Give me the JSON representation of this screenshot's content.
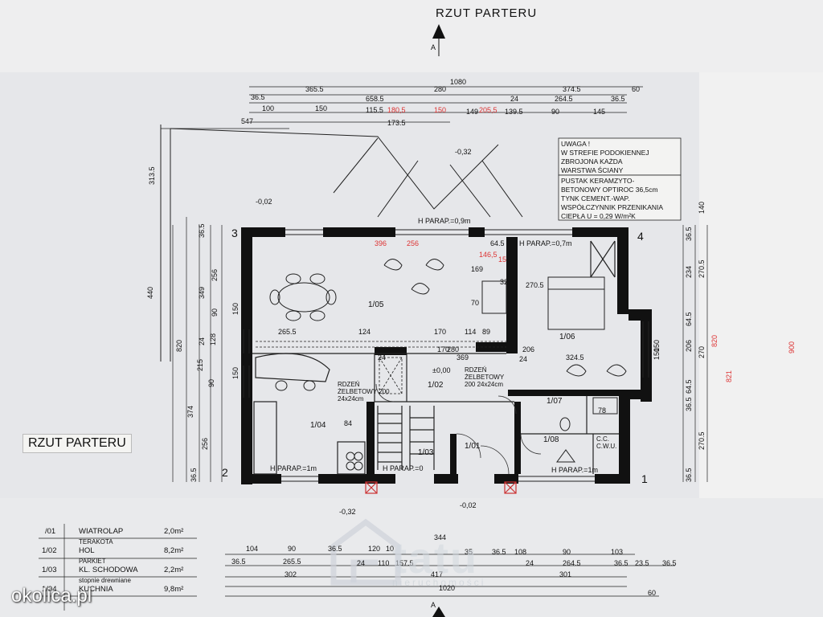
{
  "titles": {
    "top": "RZUT PARTERU",
    "left": "RZUT PARTERU"
  },
  "brand": "okolica.pl",
  "watermark": {
    "name": "tatu",
    "sub": "nieruchomości"
  },
  "notes": {
    "warning": [
      "UWAGA !",
      "W STREFIE PODOKIENNEJ",
      "ZBROJONA KAŻDA",
      "WARSTWA ŚCIANY"
    ],
    "material": [
      "PUSTAK KERAMZYTO-",
      "BETONOWY OPTIROC 36,5cm",
      "TYNK CEMENT.-WAP.",
      "WSPÓŁCZYNNIK PRZENIKANIA",
      "CIEPŁA U = 0,29 W/m²K"
    ]
  },
  "rooms": [
    {
      "id": "1/05"
    },
    {
      "id": "1/06"
    },
    {
      "id": "1/02"
    },
    {
      "id": "1/04"
    },
    {
      "id": "1/07"
    },
    {
      "id": "1/08"
    },
    {
      "id": "1/01"
    },
    {
      "id": "1/03"
    }
  ],
  "room_notes": {
    "parap_top": "H PARAP.=0,9m",
    "parap_right": "H PARAP.=0,7m",
    "parap_bottom_left": "H PARAP.=1m",
    "parap_bottom_mid": "H PARAP.=0",
    "parap_bottom_right": "H PARAP.=1m",
    "core1": "RDZEŃ ŻELBETOWY 200 24x24cm",
    "core2": "RDZEŃ ŻELBETOWY 200 24x24cm",
    "cwu": "C.C. C.W.U."
  },
  "levels": [
    "-0,32",
    "-0,02",
    "±0,00",
    "-0,32",
    "-0,02"
  ],
  "axes": [
    "1",
    "2",
    "3",
    "4",
    "A",
    "A"
  ],
  "legend": [
    {
      "no": "/01",
      "name": "WIATROLAP",
      "finish": "TERAKOTA",
      "area": "2,0m²"
    },
    {
      "no": "1/02",
      "name": "HOL",
      "finish": "PARKIET",
      "area": "8,2m²"
    },
    {
      "no": "1/03",
      "name": "KL. SCHODOWA",
      "finish": "stopnie drewniane",
      "area": "2,2m²"
    },
    {
      "no": "1/04",
      "name": "KUCHNIA",
      "finish": "",
      "area": "9,8m²"
    }
  ],
  "dims_top": [
    "1080",
    "365.5",
    "280",
    "374.5",
    "60",
    "36.5",
    "658.5",
    "24",
    "264.5",
    "36.5",
    "100",
    "150",
    "115.5",
    "149",
    "139.5",
    "90",
    "145",
    "547",
    "173.5"
  ],
  "dims_top_red": [
    "180,5",
    "150",
    "205,5"
  ],
  "dims_bottom": [
    "344",
    "104",
    "90",
    "36.5",
    "120",
    "10",
    "35",
    "36.5",
    "108",
    "90",
    "103",
    "36.5",
    "265.5",
    "24",
    "110",
    "157.5",
    "24",
    "264.5",
    "36.5",
    "23.5",
    "36.5",
    "302",
    "417",
    "301",
    "1020",
    "60"
  ],
  "dims_left": [
    "313.5",
    "440",
    "820",
    "36.5",
    "256",
    "349",
    "90",
    "150",
    "128",
    "24",
    "215",
    "90",
    "150",
    "374",
    "256",
    "36.5"
  ],
  "dims_right": [
    "140",
    "36.5",
    "234",
    "270.5",
    "64.5",
    "206",
    "270",
    "64.5",
    "36.5",
    "270.5",
    "36.5",
    "150",
    "150"
  ],
  "dims_right_red": [
    "820",
    "900",
    "821"
  ],
  "dims_inner": [
    "265.5",
    "124",
    "170",
    "114",
    "89",
    "369",
    "206",
    "324.5",
    "24",
    "24",
    "78",
    "170",
    "280",
    "70",
    "169",
    "270.5",
    "32",
    "64.5",
    "84"
  ],
  "dims_inner_red": [
    "396",
    "256",
    "146,5",
    "15"
  ]
}
